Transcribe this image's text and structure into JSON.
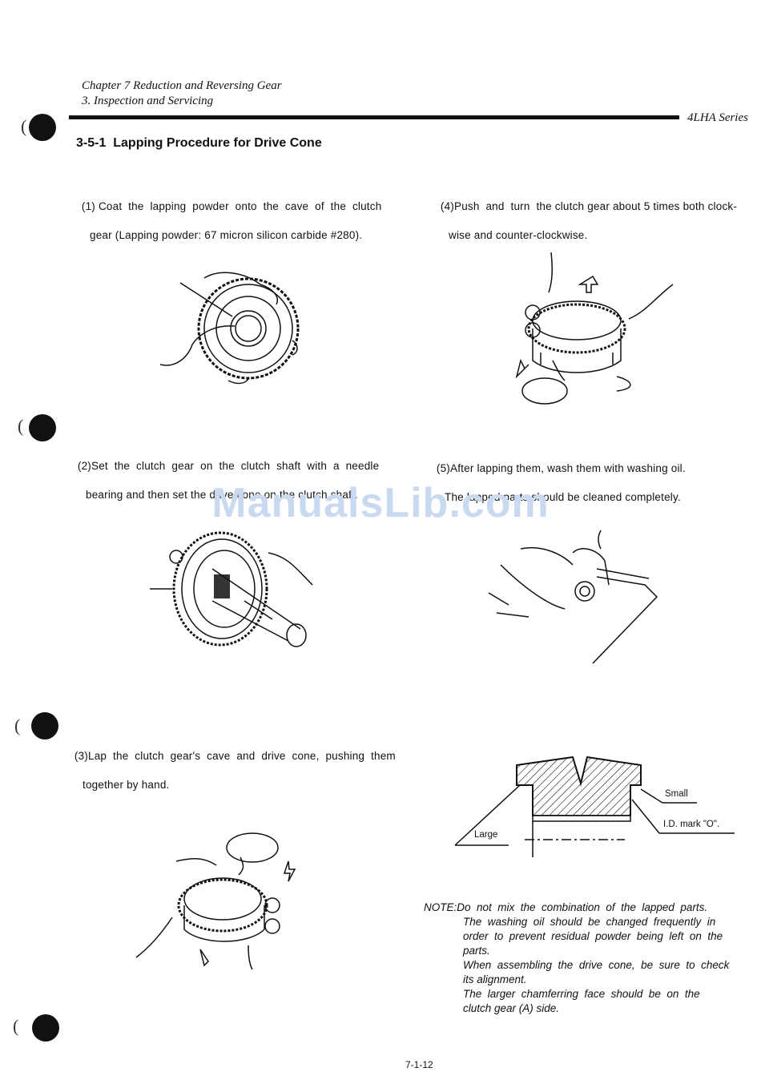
{
  "header": {
    "chapter": "Chapter 7 Reduction and Reversing Gear",
    "section": "3. Inspection and Servicing",
    "series": "4LHA Series"
  },
  "title": "3-5-1  Lapping Procedure for Drive Cone",
  "steps": [
    {
      "line1": "(1) Coat  the  lapping  powder  onto  the  cave  of  the  clutch",
      "line2": "gear (Lapping powder: 67 micron silicon carbide #280)."
    },
    {
      "line1": "(4)Push  and  turn  the clutch gear about 5 times both clock-",
      "line2": "wise and counter-clockwise."
    },
    {
      "line1": "(2)Set  the  clutch  gear  on  the  clutch  shaft  with  a  needle",
      "line2": "bearing and then set the drive cone on the clutch shaft."
    },
    {
      "line1": "(5)After lapping them, wash them with washing oil.",
      "line2": "The lapped parts should be cleaned completely."
    },
    {
      "line1": "(3)Lap  the  clutch  gear's  cave  and  drive  cone,  pushing  them",
      "line2": "together by hand."
    }
  ],
  "diagram": {
    "small": "Small",
    "large": "Large",
    "id_mark": "I.D. mark \"O\"."
  },
  "note": {
    "label": "NOTE:",
    "line1": "Do  not  mix  the  combination  of  the  lapped  parts.",
    "lines": [
      "The  washing  oil  should  be  changed  frequently  in",
      "order  to  prevent  residual  powder  being  left  on  the",
      "parts.",
      "When  assembling  the  drive  cone,  be  sure  to  check",
      "its alignment.",
      "The  larger  chamferring  face  should  be  on  the",
      "clutch gear (A) side."
    ]
  },
  "watermark": "ManualsLib.com",
  "page_number": "7-1-12"
}
